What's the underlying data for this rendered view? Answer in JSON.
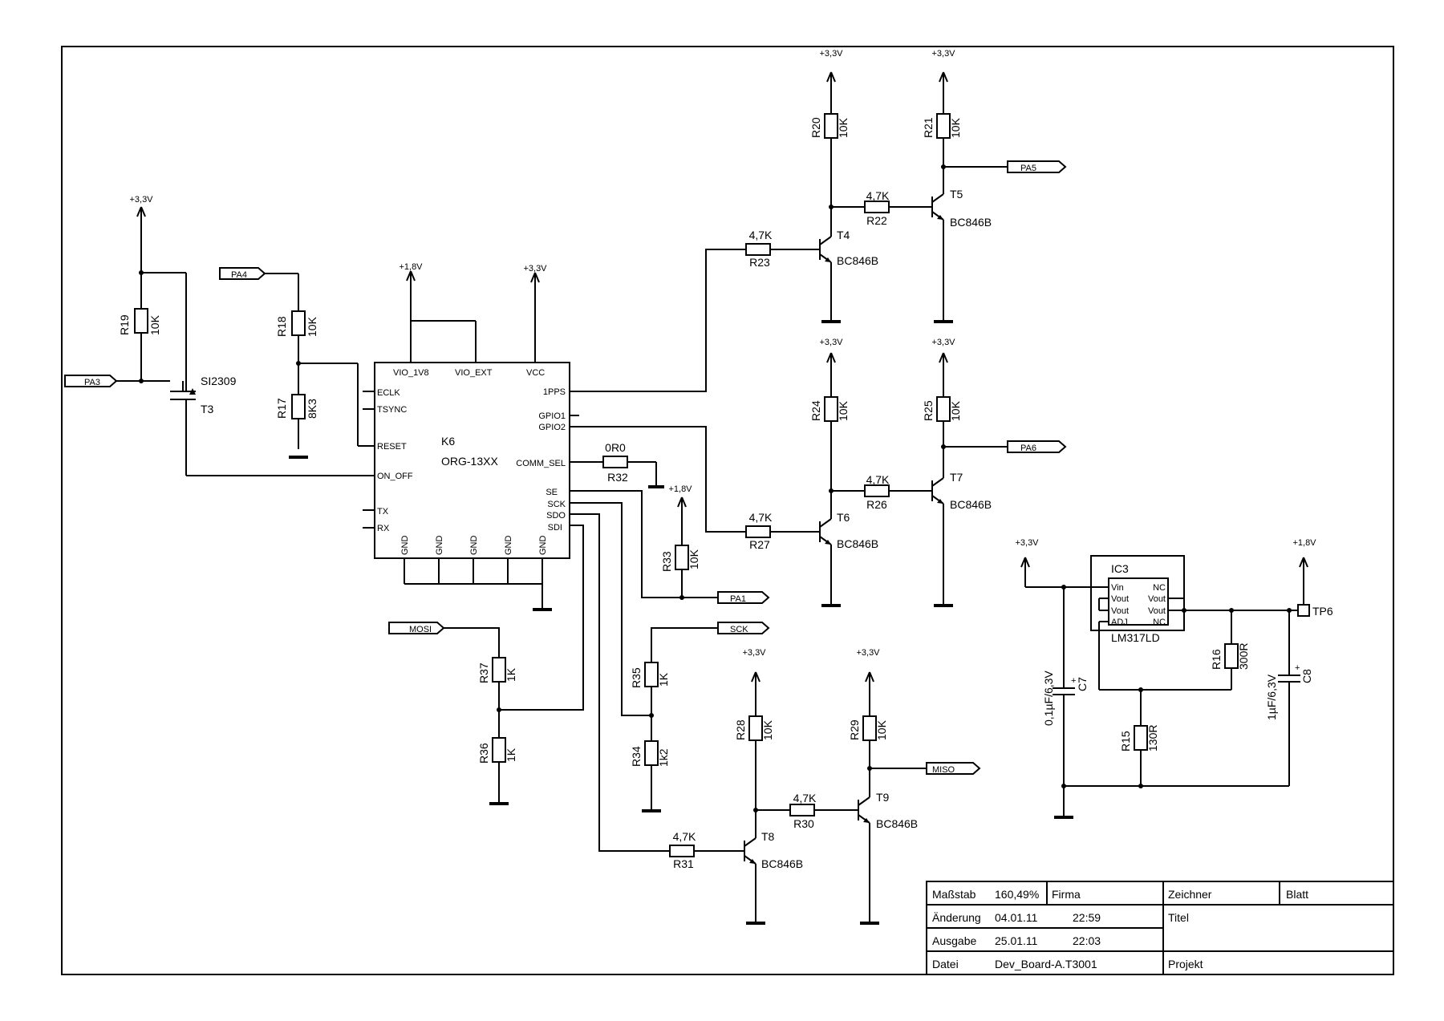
{
  "rails": {
    "p33": "+3,3V",
    "p18": "+1,8V"
  },
  "ports": {
    "pa3": "PA3",
    "pa4": "PA4",
    "pa5": "PA5",
    "pa6": "PA6",
    "pa1": "PA1",
    "sck": "SCK",
    "mosi": "MOSI",
    "miso": "MISO"
  },
  "resistors": {
    "r19": {
      "ref": "R19",
      "value": "10K"
    },
    "r18": {
      "ref": "R18",
      "value": "10K"
    },
    "r17": {
      "ref": "R17",
      "value": "8K3"
    },
    "r20": {
      "ref": "R20",
      "value": "10K"
    },
    "r21": {
      "ref": "R21",
      "value": "10K"
    },
    "r22": {
      "ref": "R22",
      "value": "4,7K"
    },
    "r23": {
      "ref": "R23",
      "value": "4,7K"
    },
    "r24": {
      "ref": "R24",
      "value": "10K"
    },
    "r25": {
      "ref": "R25",
      "value": "10K"
    },
    "r26": {
      "ref": "R26",
      "value": "4,7K"
    },
    "r27": {
      "ref": "R27",
      "value": "4,7K"
    },
    "r32": {
      "ref": "R32",
      "value": "0R0"
    },
    "r33": {
      "ref": "R33",
      "value": "10K"
    },
    "r35": {
      "ref": "R35",
      "value": "1K"
    },
    "r34": {
      "ref": "R34",
      "value": "1k2"
    },
    "r37": {
      "ref": "R37",
      "value": "1K"
    },
    "r36": {
      "ref": "R36",
      "value": "1K"
    },
    "r28": {
      "ref": "R28",
      "value": "10K"
    },
    "r29": {
      "ref": "R29",
      "value": "10K"
    },
    "r30": {
      "ref": "R30",
      "value": "4,7K"
    },
    "r31": {
      "ref": "R31",
      "value": "4,7K"
    },
    "r16": {
      "ref": "R16",
      "value": "300R"
    },
    "r15": {
      "ref": "R15",
      "value": "130R"
    }
  },
  "transistors": {
    "t3": {
      "ref": "T3",
      "part": "SI2309"
    },
    "t4": {
      "ref": "T4",
      "part": "BC846B"
    },
    "t5": {
      "ref": "T5",
      "part": "BC846B"
    },
    "t6": {
      "ref": "T6",
      "part": "BC846B"
    },
    "t7": {
      "ref": "T7",
      "part": "BC846B"
    },
    "t8": {
      "ref": "T8",
      "part": "BC846B"
    },
    "t9": {
      "ref": "T9",
      "part": "BC846B"
    }
  },
  "capacitors": {
    "c7": {
      "ref": "C7",
      "value": "0,1µF/6,3V"
    },
    "c8": {
      "ref": "C8",
      "value": "1µF/6,3V"
    }
  },
  "module": {
    "ref": "K6",
    "part": "ORG-13XX",
    "pins": {
      "vio_1v8": "VIO_1V8",
      "vio_ext": "VIO_EXT",
      "vcc": "VCC",
      "eclk": "ECLK",
      "tsync": "TSYNC",
      "reset": "RESET",
      "on_off": "ON_OFF",
      "tx": "TX",
      "rx": "RX",
      "pps": "1PPS",
      "gpio1": "GPIO1",
      "gpio2": "GPIO2",
      "comm_sel": "COMM_SEL",
      "se": "SE",
      "sck": "SCK",
      "sdo": "SDO",
      "sdi": "SDI",
      "gnd": "GND"
    }
  },
  "regulator": {
    "ref": "IC3",
    "part": "LM317LD",
    "pins": {
      "vin": "Vin",
      "vout": "Vout",
      "adj": "ADJ",
      "nc": "NC"
    }
  },
  "testpoint": "TP6",
  "titleblock": {
    "massstab_label": "Maßstab",
    "massstab_value": "160,49%",
    "firma_label": "Firma",
    "zeichner_label": "Zeichner",
    "blatt_label": "Blatt",
    "aenderung_label": "Änderung",
    "aenderung_date": "04.01.11",
    "aenderung_time": "22:59",
    "titel_label": "Titel",
    "ausgabe_label": "Ausgabe",
    "ausgabe_date": "25.01.11",
    "ausgabe_time": "22:03",
    "datei_label": "Datei",
    "datei_value": "Dev_Board-A.T3001",
    "projekt_label": "Projekt"
  }
}
